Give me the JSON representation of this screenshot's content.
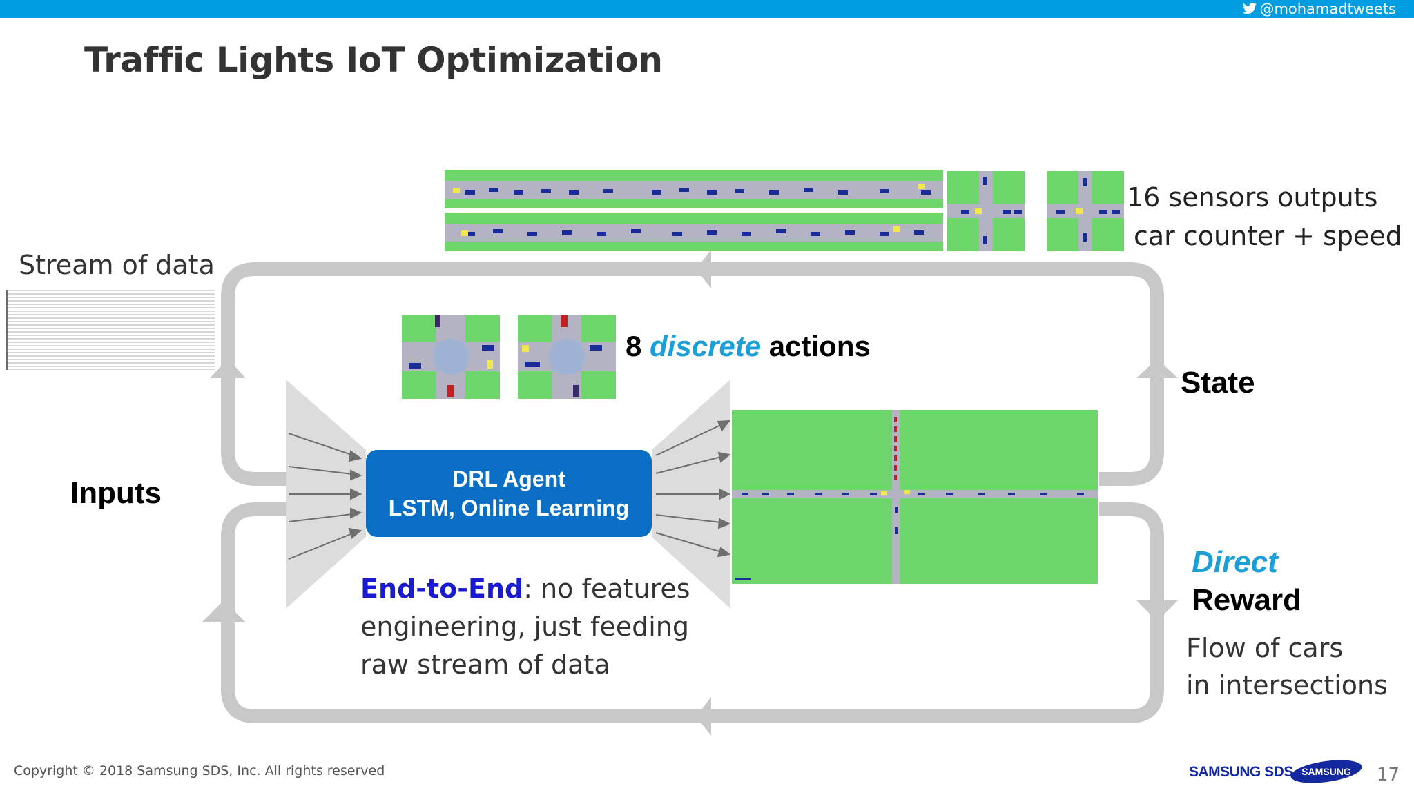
{
  "header": {
    "handle": "@mohamadtweets",
    "title": "Traffic Lights IoT Optimization"
  },
  "labels": {
    "stream": "Stream of data",
    "inputs": "Inputs",
    "sensors_line1": "16 sensors outputs",
    "sensors_line2": "car counter + speed",
    "actions_prefix": "8 ",
    "actions_em": "discrete",
    "actions_suffix": " actions",
    "state": "State",
    "direct": "Direct",
    "reward": "Reward",
    "flow_line1": "Flow of cars",
    "flow_line2": "in intersections"
  },
  "agent": {
    "line1": "DRL Agent",
    "line2": "LSTM, Online Learning"
  },
  "e2e": {
    "bold": "End-to-End",
    "line1_rest": ": no features",
    "line2": "engineering, just feeding",
    "line3": "raw stream of data"
  },
  "footer": {
    "copyright": "Copyright © 2018 Samsung SDS, Inc. All rights reserved",
    "brand": "SAMSUNG SDS",
    "logo_text": "SAMSUNG",
    "page": "17"
  },
  "colors": {
    "accent": "#009ee0",
    "agent": "#0a6fc4",
    "grass": "#6cd66a",
    "road": "#b3b3c3",
    "loop": "#c8c8c8"
  }
}
